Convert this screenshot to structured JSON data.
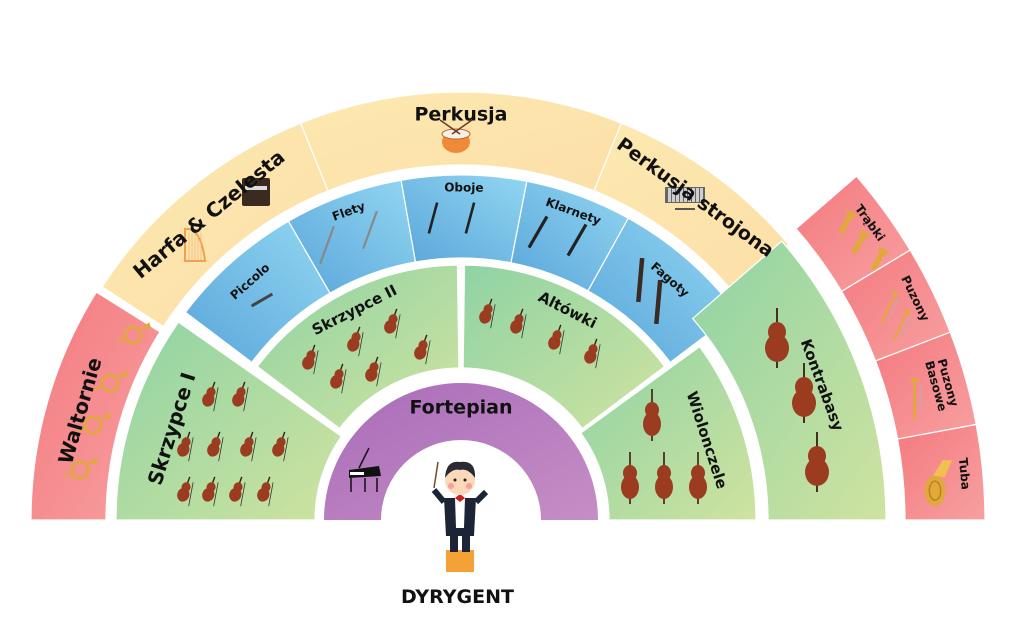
{
  "title": "Orchestra seating chart",
  "conductor_label": "DYRYGENT",
  "sections": {
    "fortepian": "Fortepian",
    "skrzypce_i": "Skrzypce I",
    "skrzypce_ii": "Skrzypce II",
    "altowki": "Altówki",
    "wiolonczele": "Wiolonczele",
    "kontrabasy": "Kontrabasy",
    "piccolo": "Piccolo",
    "flety": "Flety",
    "oboje": "Oboje",
    "klarnety": "Klarnety",
    "fagoty": "Fagoty",
    "harfa": "Harfa & Czelesta",
    "perkusja": "Perkusja",
    "perkusja_strojona": "Perkusja strojona",
    "waltornie": "Waltornie",
    "trabki": "Trąbki",
    "puzony": "Puzony",
    "puzony_basowe": "Puzony Basowe",
    "tuba": "Tuba"
  },
  "colors": {
    "strings": "#a8dca8",
    "woodwinds": "#78c2e8",
    "percussion": "#fde3aa",
    "brass": "#f5868a",
    "piano": "#b97fc0"
  }
}
